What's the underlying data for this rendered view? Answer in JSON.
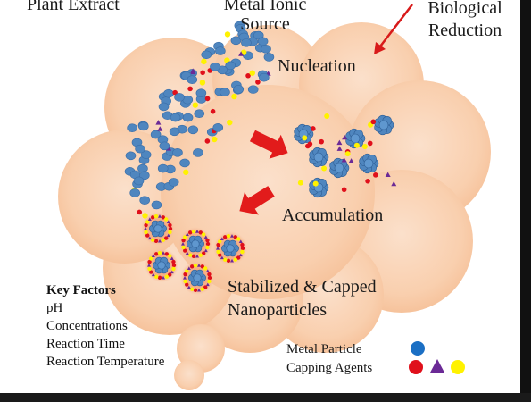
{
  "labels": {
    "plant_extract": "Plant Extract",
    "metal_ionic_line1": "Metal Ionic",
    "metal_ionic_line2": "Source",
    "bio_line1": "Biological",
    "bio_line2": "Reduction",
    "nucleation": "Nucleation",
    "accumulation": "Accumulation",
    "stabilized_line1": "Stabilized & Capped",
    "stabilized_line2": "Nanoparticles"
  },
  "key_factors": {
    "title": "Key Factors",
    "items": [
      "pH",
      "Concentrations",
      "Reaction Time",
      "Reaction Temperature"
    ]
  },
  "legend": {
    "metal_particle": "Metal Particle",
    "capping_agents": "Capping Agents"
  },
  "colors": {
    "cloud": "#f8c9a4",
    "metal": "#4f86bf",
    "cap_red": "#e0101b",
    "cap_purple": "#6b2a96",
    "cap_yellow": "#fff200",
    "arrow": "#e21b1b",
    "legend_blue": "#1b6fc4"
  }
}
